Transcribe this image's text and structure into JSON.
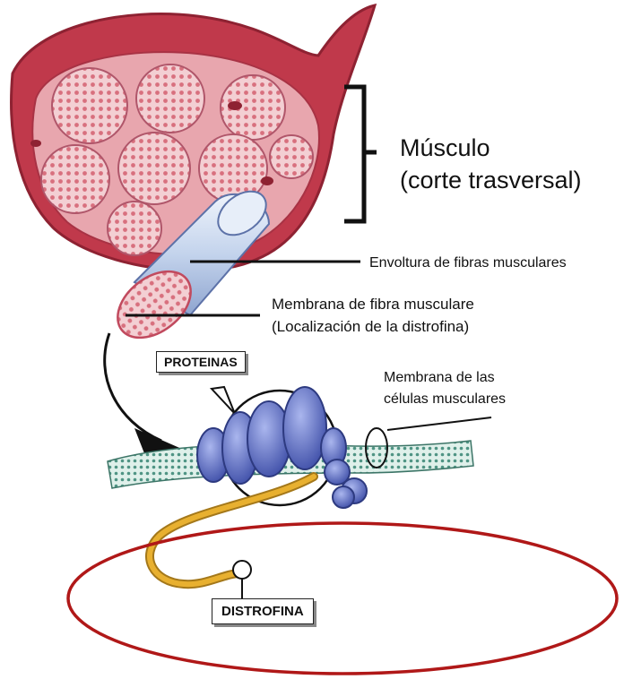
{
  "labels": {
    "musculo_line1": "Músculo",
    "musculo_line2": "(corte trasversal)",
    "envoltura": "Envoltura de fibras  musculares",
    "membrana_fibra_line1": "Membrana de fibra musculare",
    "membrana_fibra_line2": "(Localización de la distrofina)",
    "proteinas": "PROTEINAS",
    "membrana_celulas_line1": "Membrana de las",
    "membrana_celulas_line2": "células musculares",
    "distrofina": "DISTROFINA"
  },
  "colors": {
    "muscle_outer": "#c0394b",
    "muscle_inner": "#e8a6ae",
    "fiber_fill": "#f3cfd3",
    "fiber_dot": "#d8707e",
    "sheath": "#c7d6ee",
    "protein": "#5a6bc4",
    "membrane": "#7fb5a8",
    "dystrophin": "#e8b030",
    "highlight_ellipse": "#b01818"
  }
}
